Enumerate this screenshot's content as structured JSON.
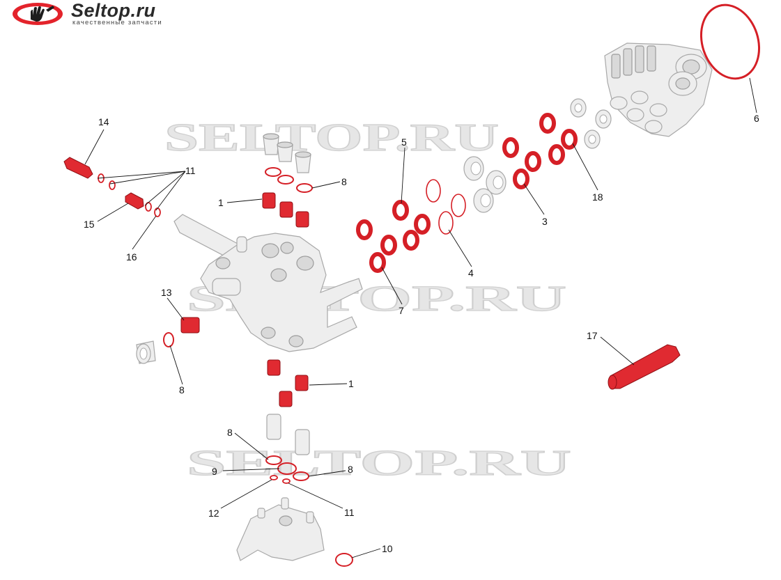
{
  "logo": {
    "title": "Seltop.ru",
    "tagline": "качественные запчасти"
  },
  "watermark": "SELTOP.RU",
  "callouts": [
    "14",
    "11",
    "15",
    "16",
    "1",
    "8",
    "5",
    "4",
    "7",
    "3",
    "18",
    "6",
    "13",
    "8",
    "1",
    "17",
    "8",
    "9",
    "8",
    "12",
    "11",
    "10"
  ],
  "colors": {
    "accent": "#e02a31",
    "part_grey": "#eeeeee",
    "logo_red": "#e3232b"
  }
}
